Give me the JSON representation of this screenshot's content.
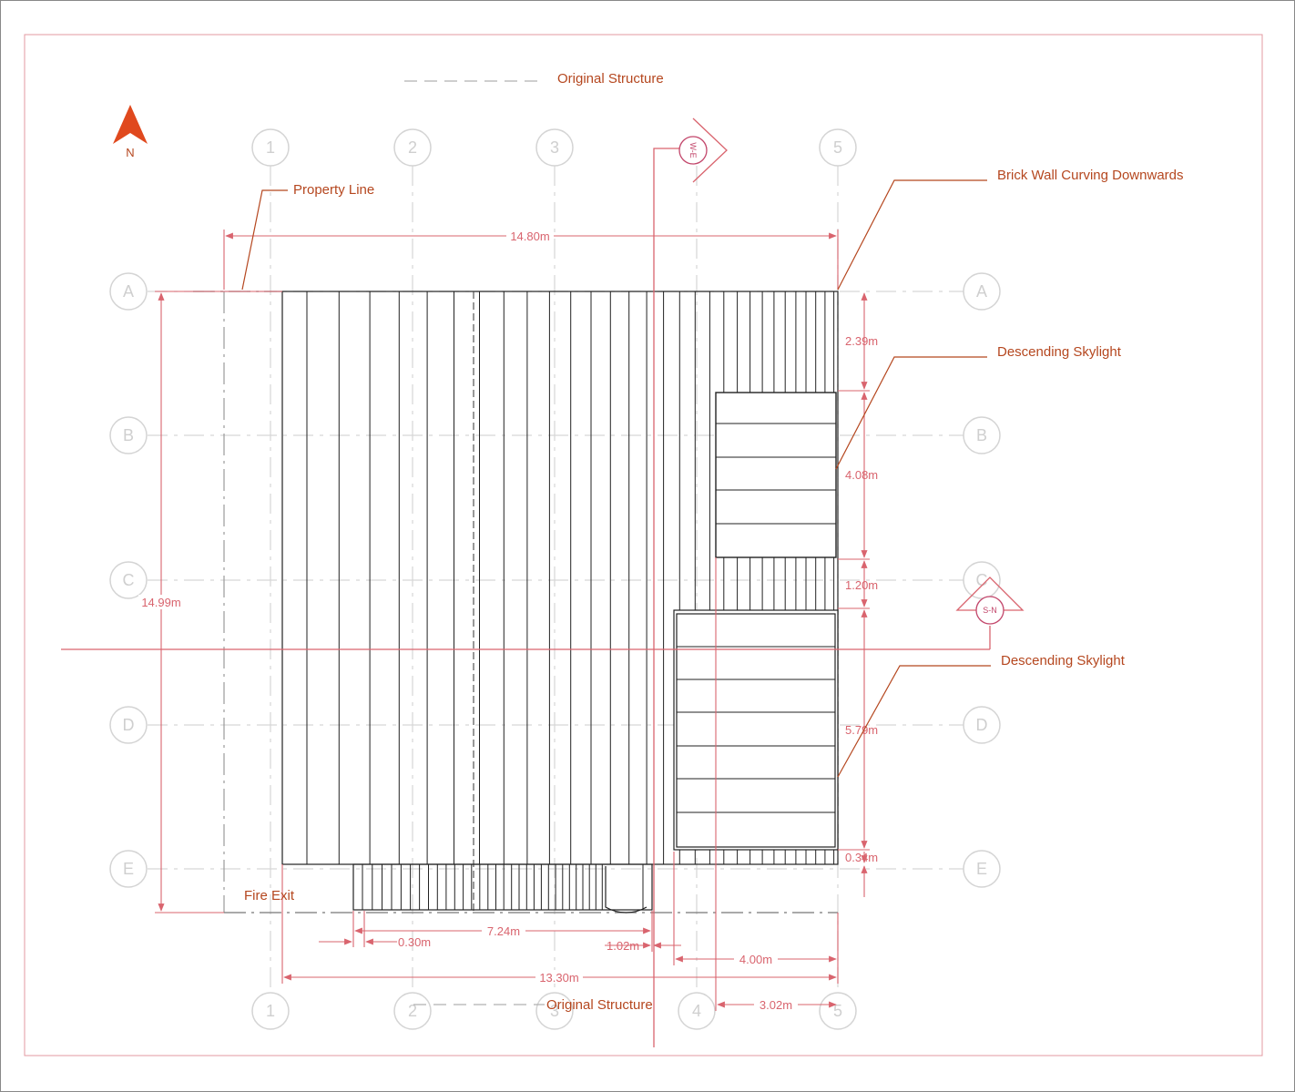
{
  "north_label": "N",
  "legend": {
    "original_structure": "Original Structure"
  },
  "grid": {
    "columns": [
      "1",
      "2",
      "3",
      "4",
      "5"
    ],
    "rows": [
      "A",
      "B",
      "C",
      "D",
      "E"
    ]
  },
  "sections": {
    "we": "W-E",
    "sn": "S-N"
  },
  "annotations": {
    "property_line": "Property Line",
    "brick_wall": "Brick Wall Curving Downwards",
    "skylight_upper": "Descending Skylight",
    "skylight_lower": "Descending Skylight",
    "fire_exit": "Fire Exit",
    "original_structure_bottom": "Original Structure"
  },
  "dimensions": {
    "overall_width": "14.80m",
    "overall_depth": "14.99m",
    "seg_a": "2.39m",
    "seg_b": "4.08m",
    "seg_c": "1.20m",
    "seg_d": "5.79m",
    "seg_e": "0.34m",
    "fire_exit_offset": "0.30m",
    "fire_exit_width": "7.24m",
    "door_width": "1.02m",
    "skylight_width": "4.00m",
    "structure_width": "13.30m",
    "grid_4_5": "3.02m"
  },
  "colors": {
    "dimension": "#d9646e",
    "annotation": "#b5471f",
    "grid": "#d6d6d6",
    "structure": "#222222",
    "north_arrow": "#e0491e"
  }
}
